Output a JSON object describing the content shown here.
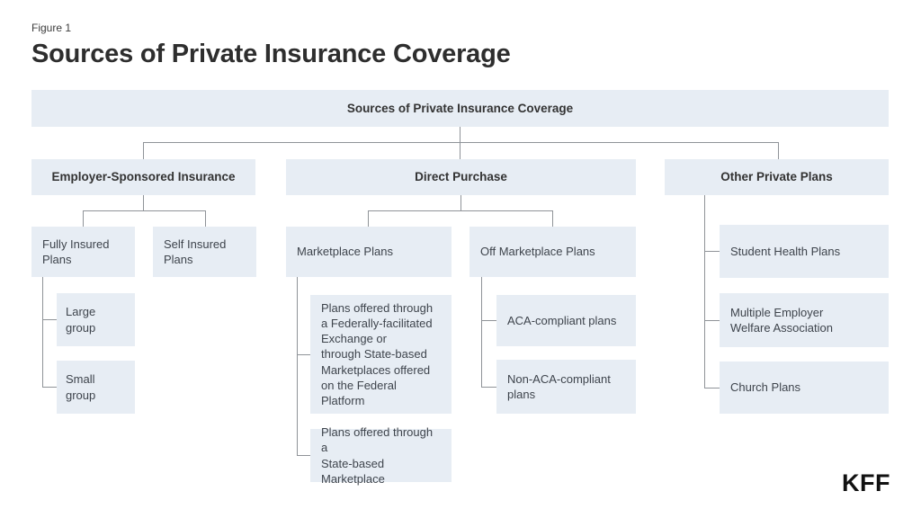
{
  "figure_label": "Figure 1",
  "page_title": "Sources of Private Insurance Coverage",
  "logo": "KFF",
  "colors": {
    "box_fill": "#e7edf4",
    "connector_line": "#8f9398",
    "heading_text": "#333333",
    "body_text": "#3e444c",
    "logo_color": "#111111"
  },
  "tree": {
    "root": {
      "label": "Sources of Private Insurance Coverage"
    },
    "branches": [
      {
        "label": "Employer-Sponsored Insurance",
        "children": [
          {
            "label": "Fully Insured\nPlans",
            "children": [
              {
                "label": "Large group"
              },
              {
                "label": "Small group"
              }
            ]
          },
          {
            "label": "Self Insured\nPlans"
          }
        ]
      },
      {
        "label": "Direct Purchase",
        "children": [
          {
            "label": "Marketplace Plans",
            "children": [
              {
                "label": "Plans offered through\na Federally-facilitated\nExchange or\nthrough State-based\nMarketplaces offered\non the Federal Platform"
              },
              {
                "label": "Plans offered through a\nState-based Marketplace"
              }
            ]
          },
          {
            "label": "Off Marketplace Plans",
            "children": [
              {
                "label": "ACA-compliant plans"
              },
              {
                "label": "Non-ACA-compliant\nplans"
              }
            ]
          }
        ]
      },
      {
        "label": "Other Private Plans",
        "children": [
          {
            "label": "Student Health Plans"
          },
          {
            "label": "Multiple Employer\nWelfare Association"
          },
          {
            "label": "Church Plans"
          }
        ]
      }
    ]
  }
}
